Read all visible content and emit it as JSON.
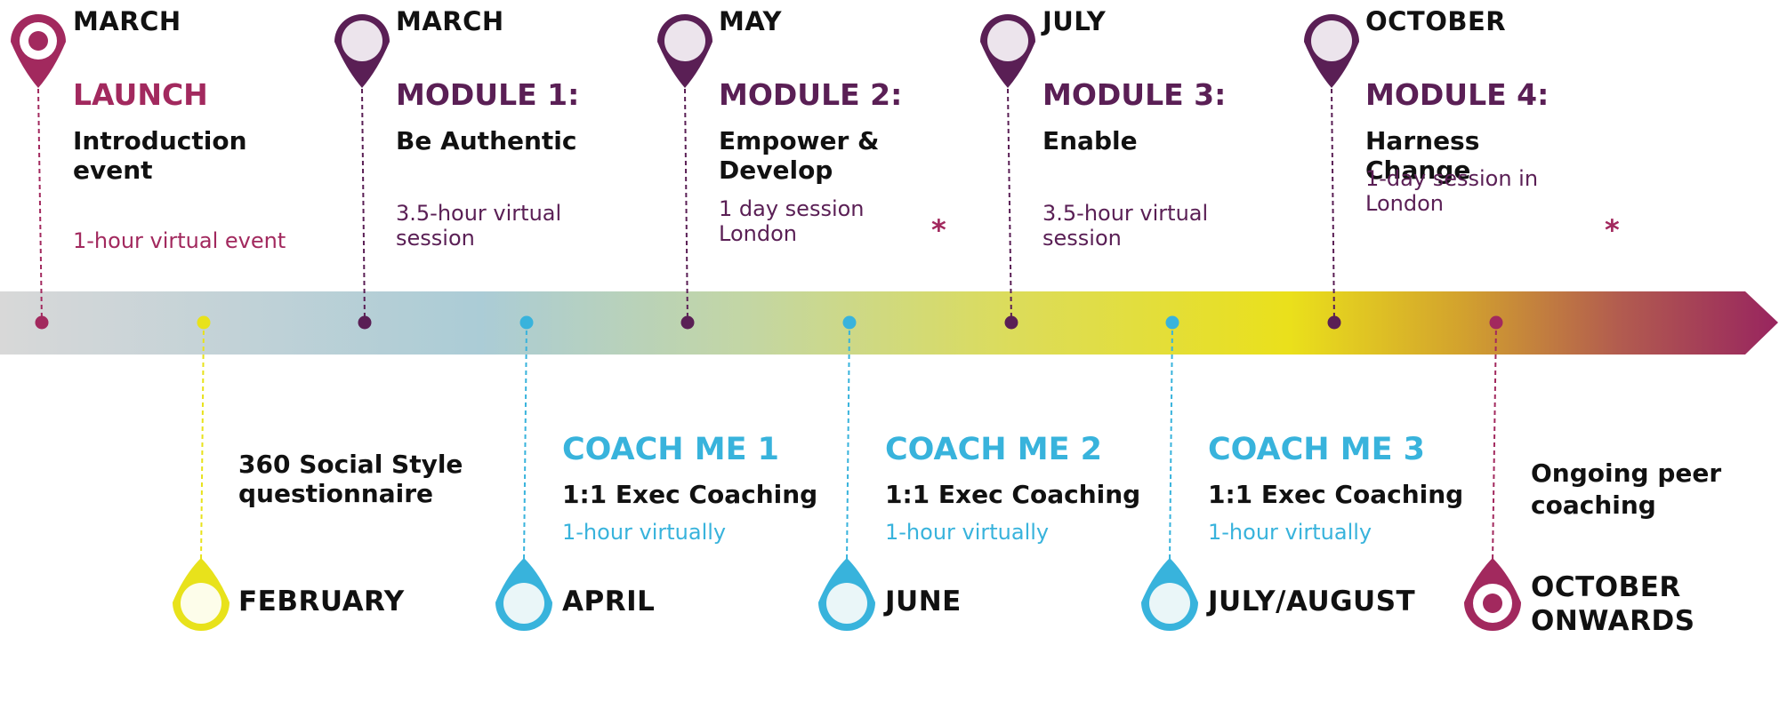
{
  "colors": {
    "plum": "#5a1f55",
    "magenta": "#a2295e",
    "cyan": "#38b3dc",
    "yellow": "#e8e21b",
    "grey": "#d6d6d6"
  },
  "top_milestones": [
    {
      "month": "MARCH",
      "module": "LAUNCH",
      "title": "Introduction event",
      "desc": "1-hour virtual event",
      "pin": "magenta-target-pin-icon"
    },
    {
      "month": "MARCH",
      "module": "MODULE 1:",
      "title": "Be Authentic",
      "desc": "3.5-hour virtual session",
      "pin": "plum-pin-icon"
    },
    {
      "month": "MAY",
      "module": "MODULE 2:",
      "title": "Empower & Develop",
      "desc": "1 day session London",
      "pin": "plum-pin-icon"
    },
    {
      "month": "JULY",
      "module": "MODULE 3:",
      "title": "Enable",
      "desc": "3.5-hour virtual session",
      "pin": "plum-pin-icon"
    },
    {
      "month": "OCTOBER",
      "module": "MODULE 4:",
      "title": "Harness Change",
      "desc": "1-day session in London",
      "pin": "plum-pin-icon"
    }
  ],
  "bottom_milestones": [
    {
      "month": "FEBRUARY",
      "heading": "",
      "title": "360 Social Style questionnaire",
      "desc": "",
      "pin": "yellow-pin-icon"
    },
    {
      "month": "APRIL",
      "heading": "COACH ME 1",
      "title": "1:1 Exec Coaching",
      "desc": "1-hour virtually",
      "pin": "cyan-pin-icon"
    },
    {
      "month": "JUNE",
      "heading": "COACH ME 2",
      "title": "1:1 Exec Coaching",
      "desc": "1-hour virtually",
      "pin": "cyan-pin-icon"
    },
    {
      "month": "JULY/AUGUST",
      "heading": "COACH ME 3",
      "title": "1:1 Exec Coaching",
      "desc": "1-hour virtually",
      "pin": "cyan-pin-icon"
    },
    {
      "month": "OCTOBER ONWARDS",
      "heading": "",
      "title": "Ongoing peer coaching",
      "desc": "",
      "pin": "magenta-target-pin-icon"
    }
  ],
  "asterisks": [
    "*",
    "*"
  ]
}
